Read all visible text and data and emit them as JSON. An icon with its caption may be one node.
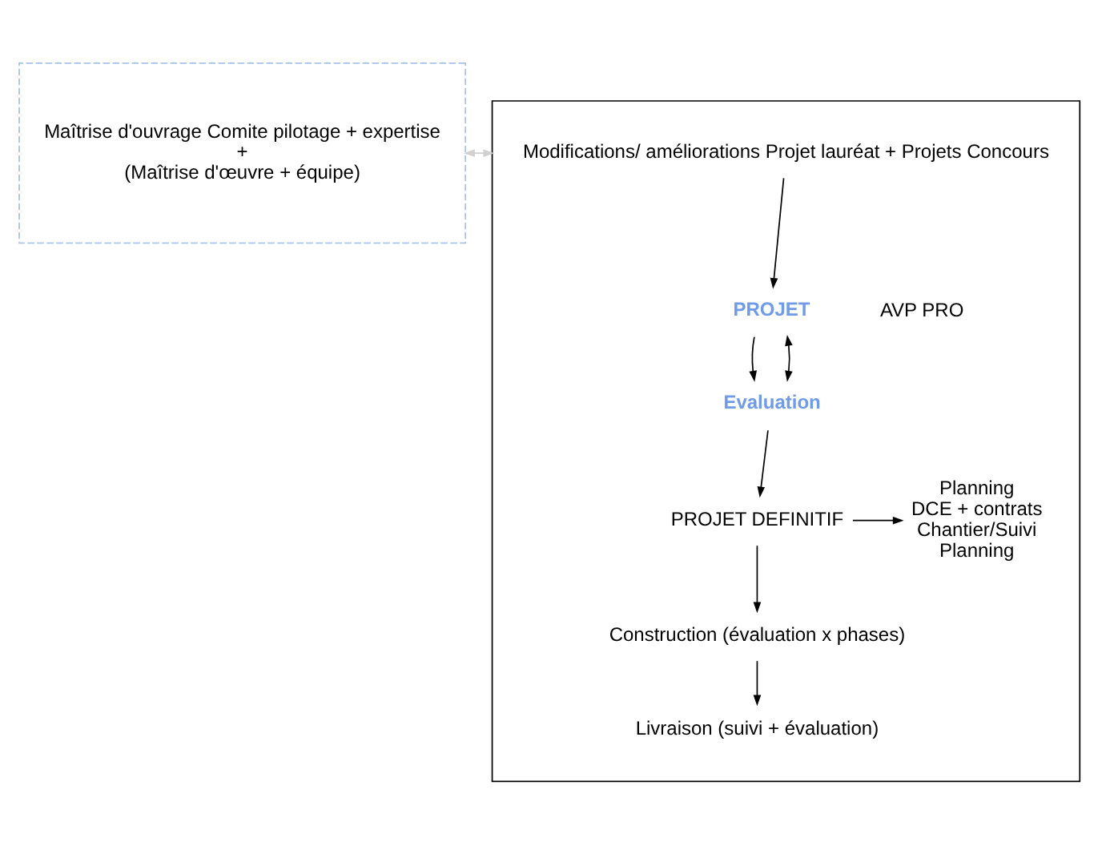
{
  "diagram": {
    "nodes": [
      {
        "text": [],
        "shape": "box"
      },
      {
        "text": [
          "Maîtrise d'ouvrage Comite pilotage + expertise",
          "+",
          "(Maîtrise d'œuvre + équipe)"
        ]
      },
      {
        "text": [
          "Modifications/ améliorations Projet lauréat + Projets Concours"
        ],
        "in": 0
      },
      {
        "text": [
          "PROJET"
        ],
        "in": 0
      },
      {
        "text": [
          "Evaluation"
        ],
        "in": 0
      },
      {
        "text": [
          "PROJET DEFINITIF"
        ],
        "in": 0
      },
      {
        "text": [
          "Planning",
          "DCE + contrats",
          "Chantier/Suivi",
          "Planning"
        ],
        "in": 0
      },
      {
        "text": [
          "Construction (évaluation x phases)"
        ],
        "in": 0
      },
      {
        "text": [
          "Livraison (suivi + évaluation)"
        ],
        "in": 0
      }
    ],
    "edges": [
      {
        "from": 1,
        "to": 0,
        "arrow": "both",
        "color": "#d0d0d0"
      },
      {
        "from": 2,
        "to": 3,
        "arrow": "to"
      },
      {
        "from": 3,
        "to": 4,
        "arrow": "to"
      },
      {
        "from": 3,
        "to": 4,
        "arrow": "both"
      },
      {
        "from": 4,
        "to": 5,
        "arrow": "to"
      },
      {
        "from": 5,
        "to": 6,
        "arrow": "to"
      },
      {
        "from": 5,
        "to": 7,
        "arrow": "to"
      },
      {
        "from": 7,
        "to": 8,
        "arrow": "to"
      }
    ],
    "labels": [
      "AVP PRO"
    ]
  }
}
